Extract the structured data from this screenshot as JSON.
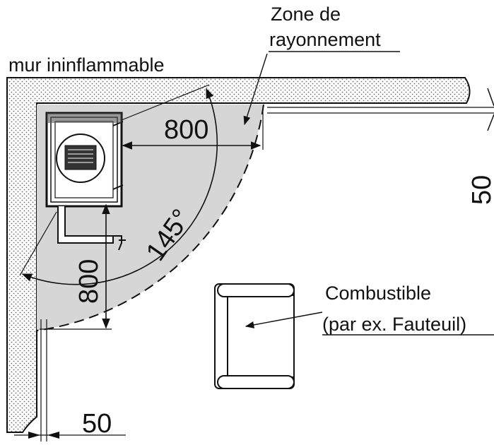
{
  "labels": {
    "wall": "mur ininflammable",
    "zone_line1": "Zone de",
    "zone_line2": "rayonnement",
    "combustible_line1": "Combustible",
    "combustible_line2": "(par ex. Fauteuil)"
  },
  "dimensions": {
    "top_horizontal": "800",
    "left_vertical": "800",
    "angle": "145°",
    "wall_gap_right": "50",
    "wall_gap_bottom": "50"
  },
  "colors": {
    "zone_fill": "#d6d6d6",
    "wall_hatch": "#6b6b6b",
    "line": "#111111"
  }
}
